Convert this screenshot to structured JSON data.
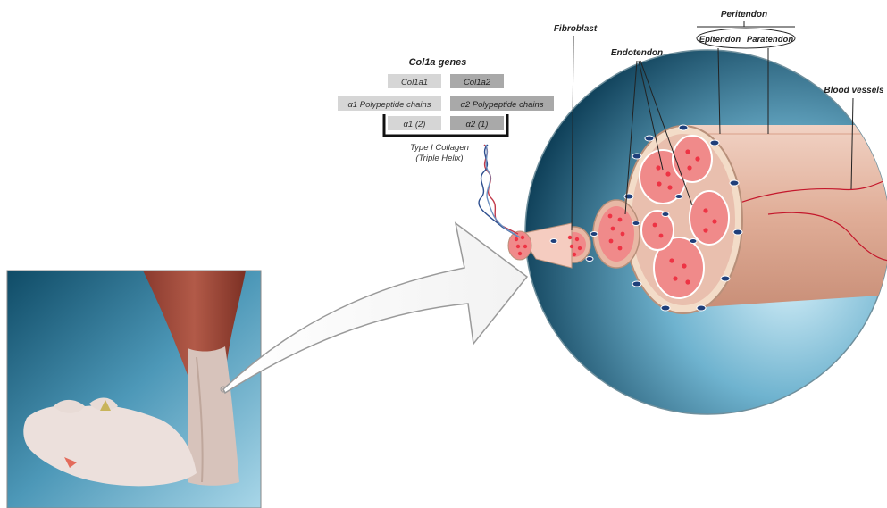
{
  "genes": {
    "title": "Col1a genes",
    "col1a1": "Col1a1",
    "col1a2": "Col1a2",
    "chain1": "α1 Polypeptide chains",
    "chain2": "α2 Polypeptide chains",
    "a1": "α1 (2)",
    "a2": "α2 (1)",
    "collagen_line1": "Type I Collagen",
    "collagen_line2": "(Triple Helix)"
  },
  "labels": {
    "fibroblast": "Fibroblast",
    "endotendon": "Endotendon",
    "peritendon": "Peritendon",
    "epitendon": "Epitendon",
    "paratendon": "Paratendon",
    "blood_vessels": "Blood vessels"
  },
  "colors": {
    "fascicle": "#f08a8a",
    "fibril_dot": "#ee3344",
    "fibroblast_cell": "#1f3f7a",
    "tendon_sheath": "#e8b8a5",
    "sphere_dark": "#0f4d68",
    "sphere_light": "#a9d8ea",
    "gene_box_light": "#d6d6d6",
    "gene_box_dark": "#a9a9a9"
  }
}
